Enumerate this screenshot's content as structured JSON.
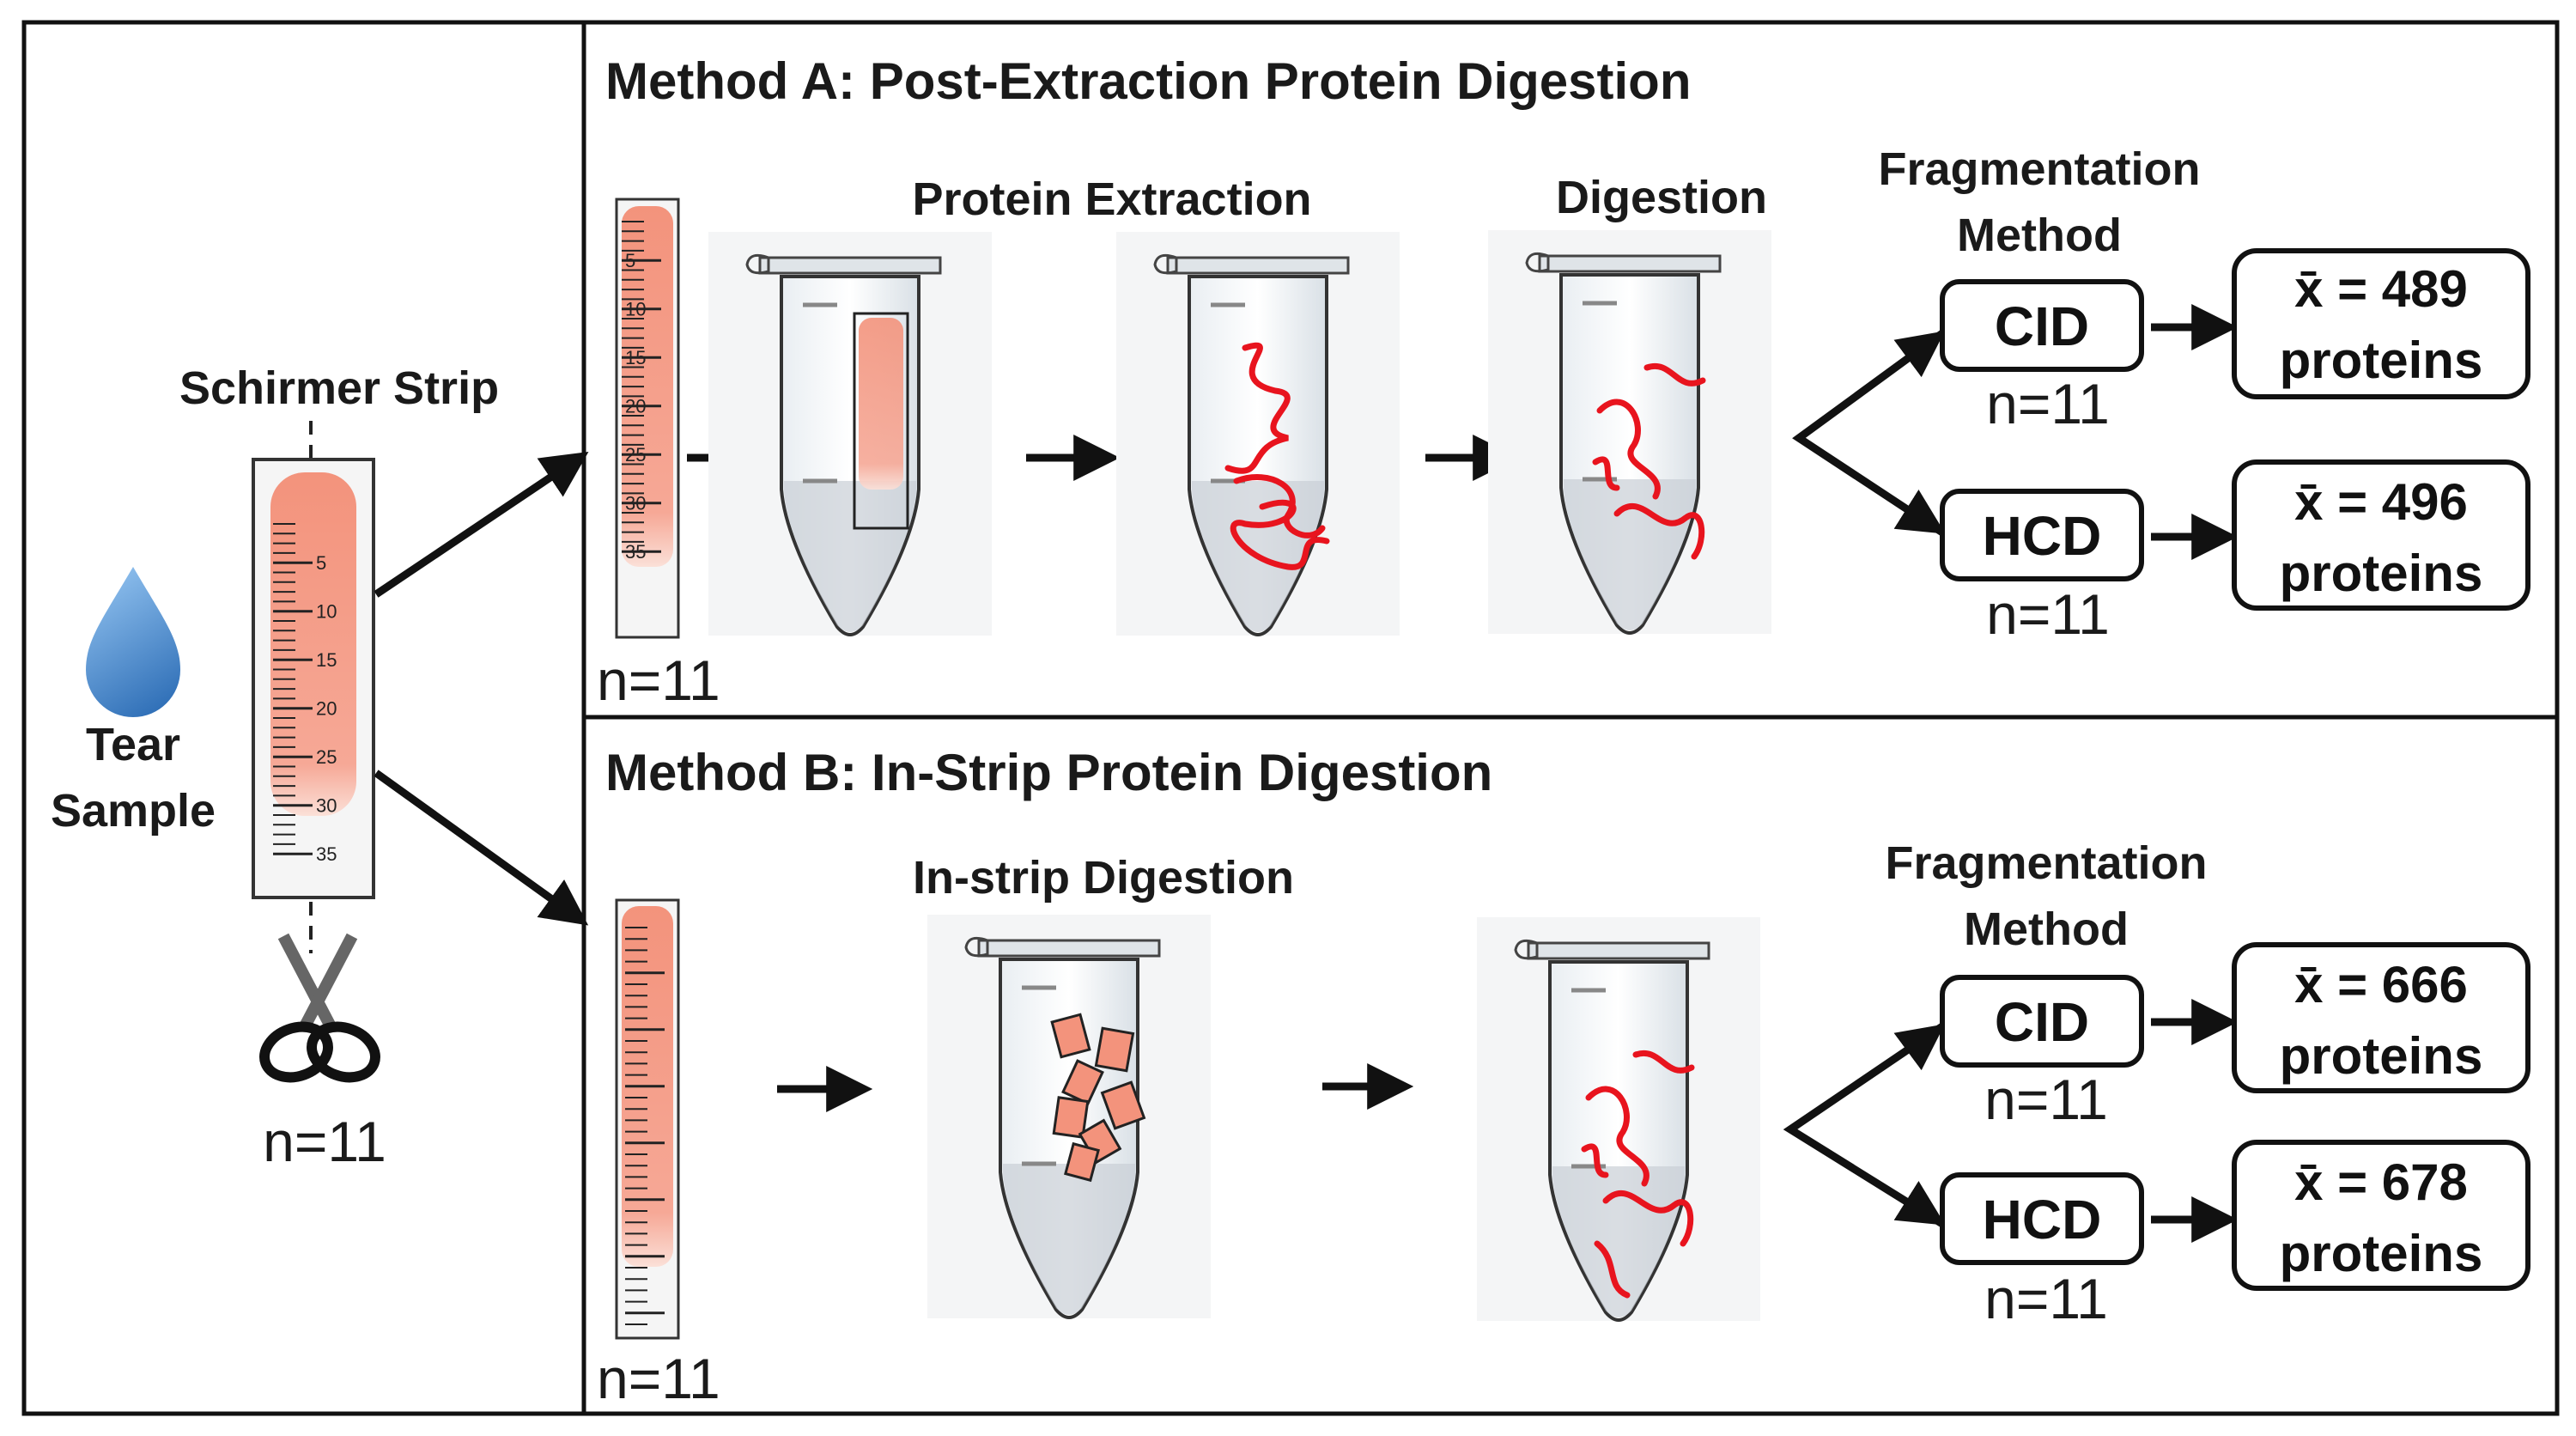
{
  "tear": {
    "line1": "Tear",
    "line2": "Sample"
  },
  "schirmer": {
    "label": "Schirmer Strip",
    "n": "n=11"
  },
  "strip_ticks": [
    "5",
    "10",
    "15",
    "20",
    "25",
    "30",
    "35"
  ],
  "method_a": {
    "title": "Method A: Post-Extraction Protein Digestion",
    "strip_n": "n=11",
    "step_extraction": "Protein Extraction",
    "step_digestion": "Digestion",
    "frag_line1": "Fragmentation",
    "frag_line2": "Method",
    "cid": {
      "label": "CID",
      "n": "n=11",
      "mean": "x̄ = 489",
      "unit": "proteins"
    },
    "hcd": {
      "label": "HCD",
      "n": "n=11",
      "mean": "x̄ = 496",
      "unit": "proteins"
    }
  },
  "method_b": {
    "title": "Method B: In-Strip Protein Digestion",
    "strip_n": "n=11",
    "step_digestion": "In-strip Digestion",
    "frag_line1": "Fragmentation",
    "frag_line2": "Method",
    "cid": {
      "label": "CID",
      "n": "n=11",
      "mean": "x̄ = 666",
      "unit": "proteins"
    },
    "hcd": {
      "label": "HCD",
      "n": "n=11",
      "mean": "x̄ = 678",
      "unit": "proteins"
    }
  },
  "colors": {
    "strip_pink": "#f4a48f",
    "tear_blue": "#4a86c8",
    "protein_red": "#e8141e",
    "outline": "#111111"
  }
}
